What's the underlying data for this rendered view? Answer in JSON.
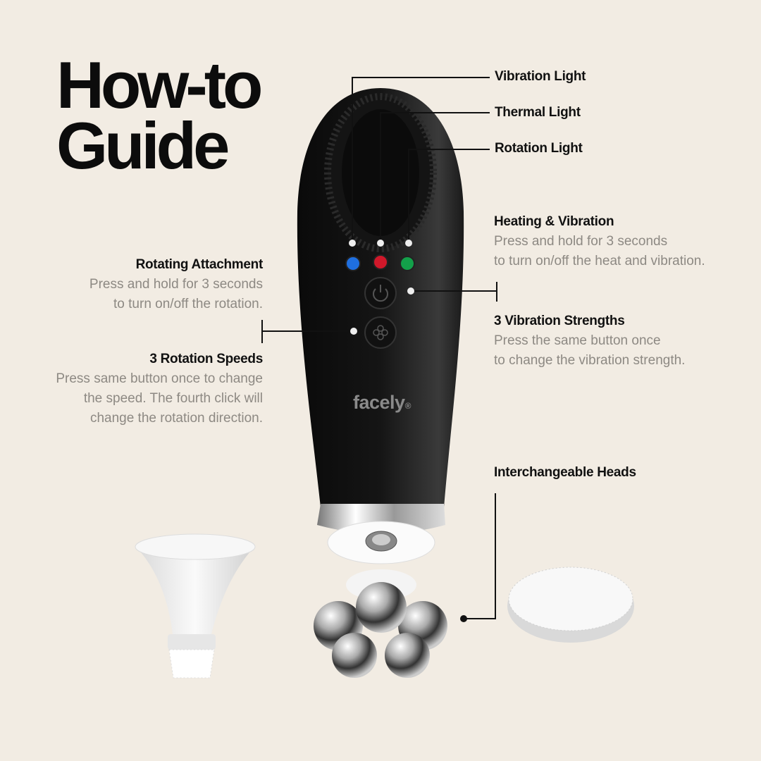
{
  "title": {
    "line1": "How-to",
    "line2": "Guide"
  },
  "lights": {
    "vibration": "Vibration Light",
    "thermal": "Thermal Light",
    "rotation": "Rotation Light"
  },
  "callouts": {
    "heating": {
      "heading": "Heating & Vibration",
      "line1": "Press and hold for 3 seconds",
      "line2": "to turn on/off the heat and vibration."
    },
    "vibration_strengths": {
      "heading": "3 Vibration Strengths",
      "line1": "Press the same button once",
      "line2": "to change the vibration strength."
    },
    "rotating": {
      "heading": "Rotating Attachment",
      "line1": "Press and hold for 3 seconds",
      "line2": "to turn on/off the rotation."
    },
    "rotation_speeds": {
      "heading": "3 Rotation Speeds",
      "line1": "Press same button once to change",
      "line2": "the speed. The fourth click will",
      "line3": "change the rotation direction."
    },
    "heads": {
      "heading": "Interchangeable Heads"
    }
  },
  "brand": {
    "name": "facely",
    "mark": "®"
  },
  "colors": {
    "background": "#f2ece3",
    "blue_led": "#1f6fe0",
    "red_led": "#d0182a",
    "green_led": "#13a04a"
  }
}
